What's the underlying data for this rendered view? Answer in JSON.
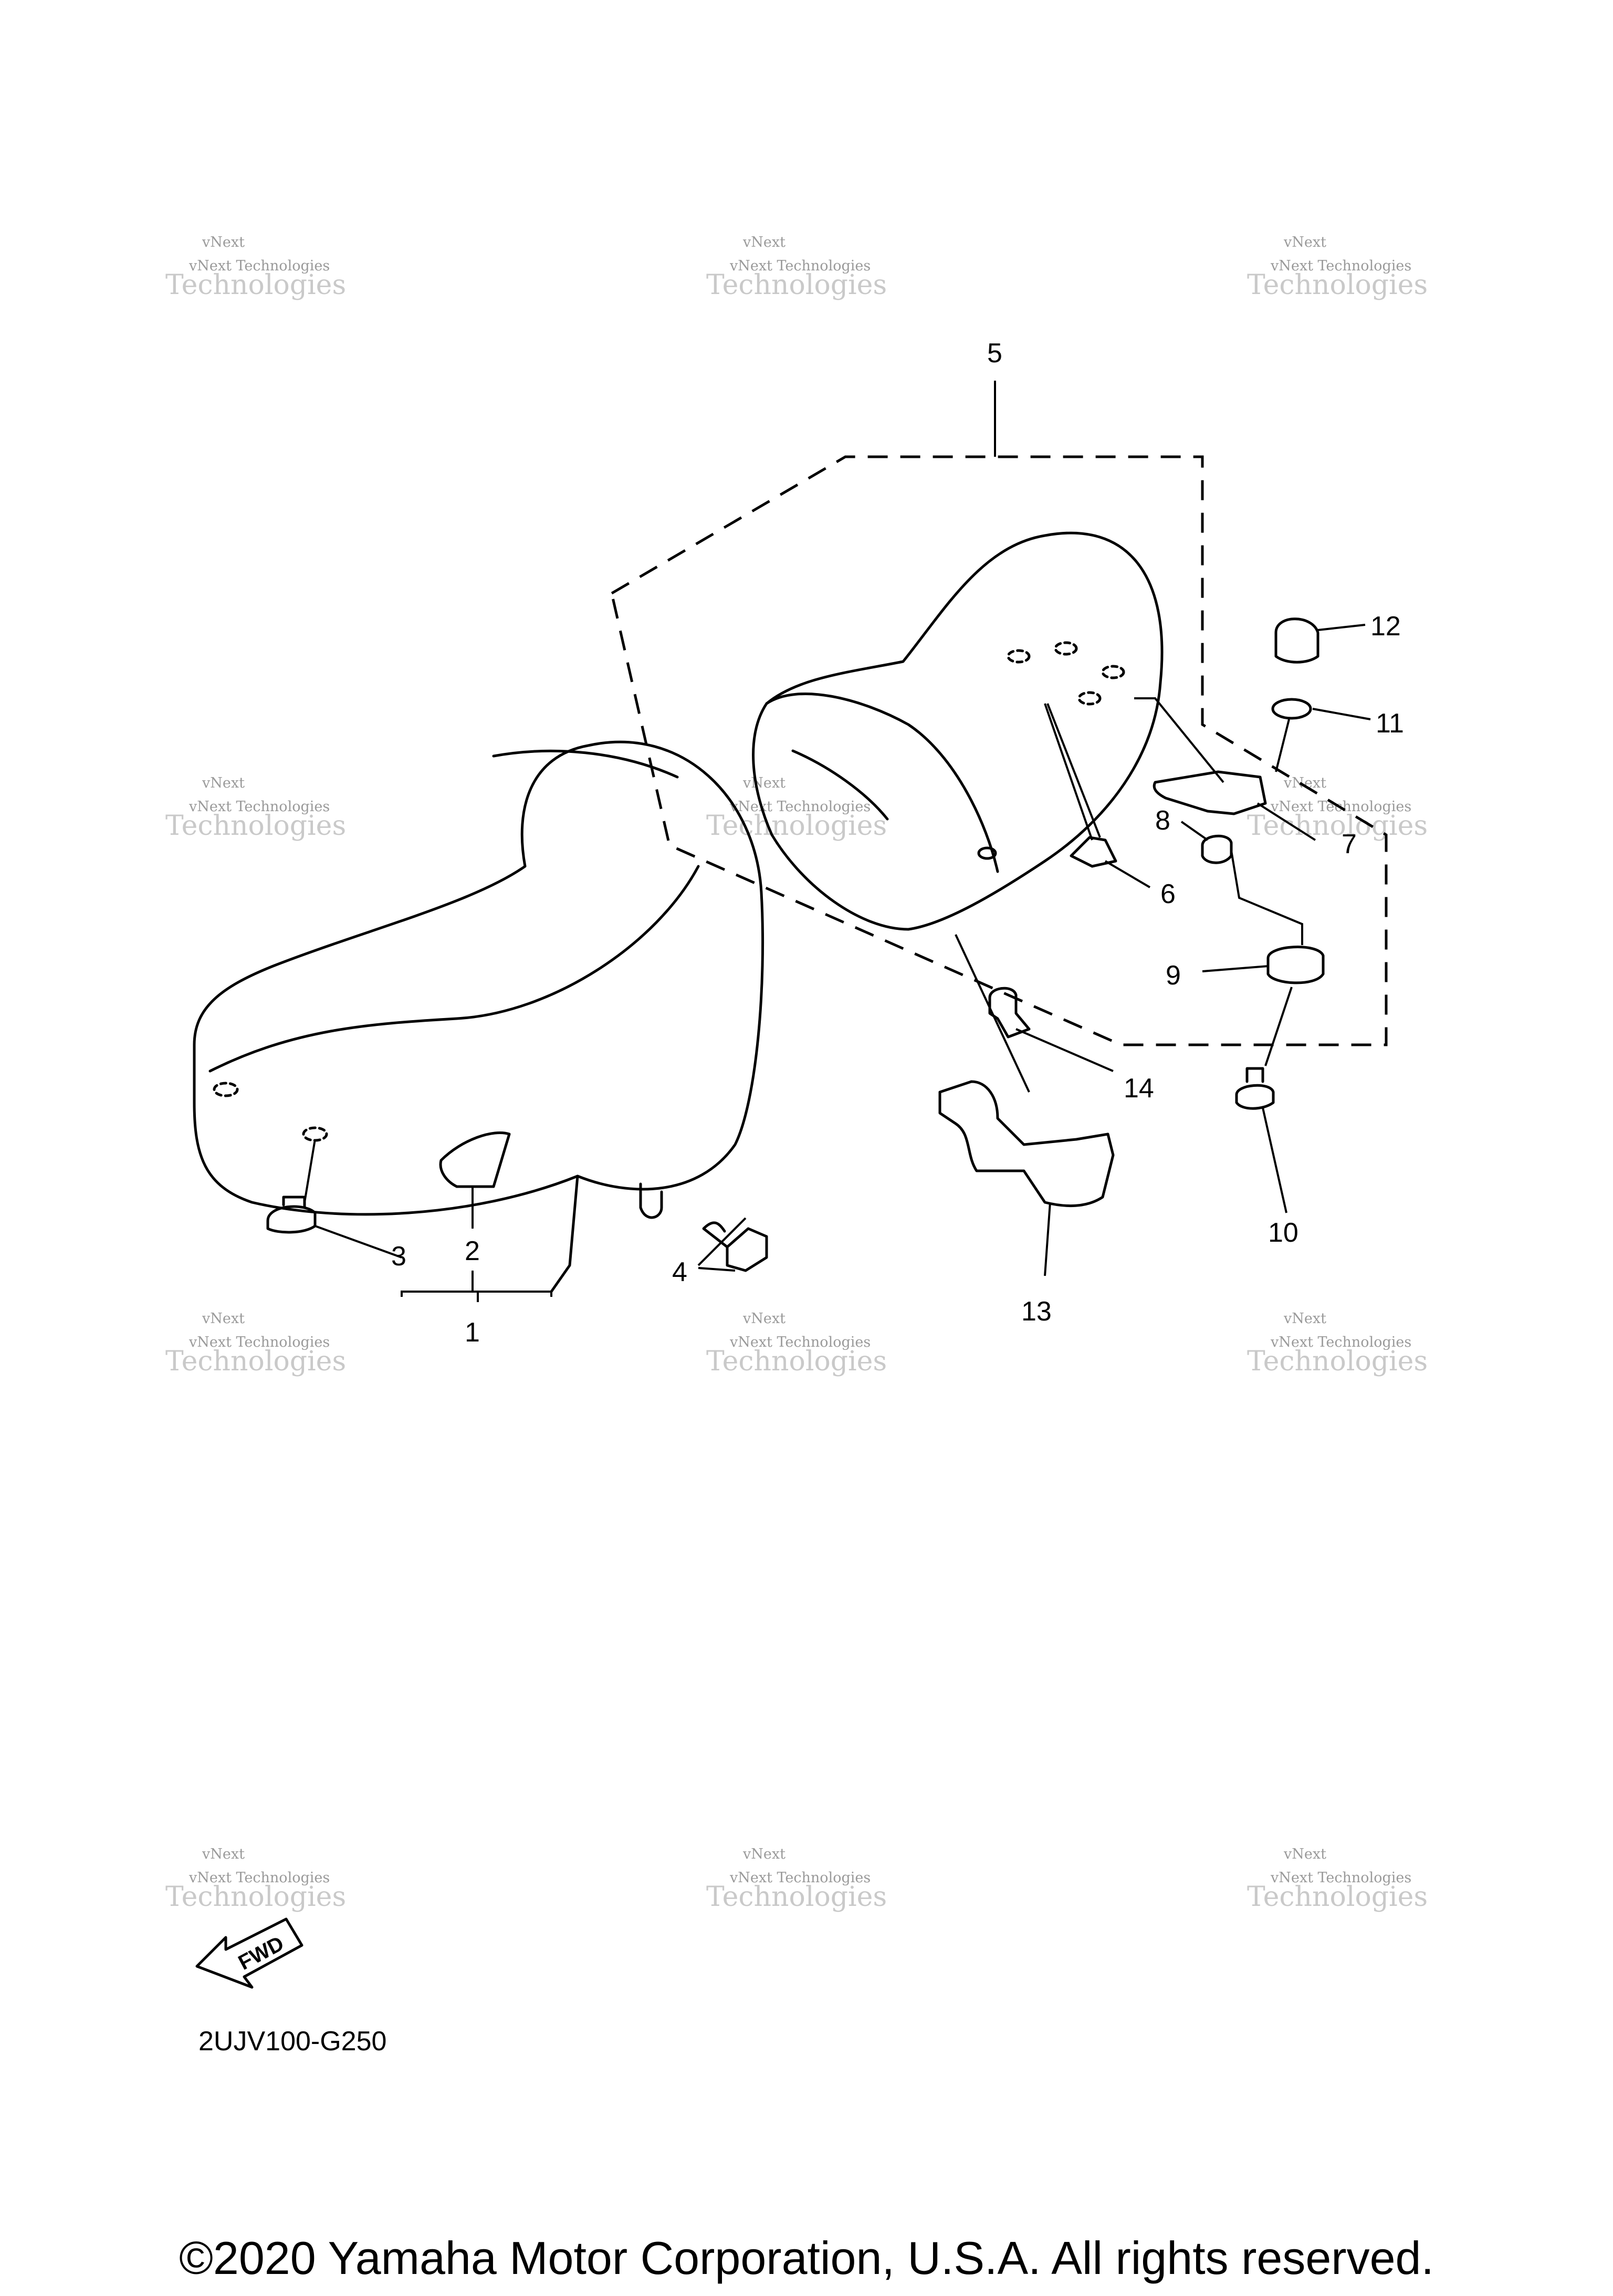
{
  "diagram": {
    "code": "2UJV100-G250",
    "copyright": "©2020 Yamaha Motor Corporation, U.S.A. All rights reserved.",
    "fwd_label": "FWD",
    "watermark": {
      "line1": "vNext Technologies",
      "line2": "vNext",
      "line3": "Technologies"
    },
    "callouts": [
      "1",
      "2",
      "3",
      "4",
      "5",
      "6",
      "7",
      "8",
      "9",
      "10",
      "11",
      "12",
      "13",
      "14"
    ]
  }
}
